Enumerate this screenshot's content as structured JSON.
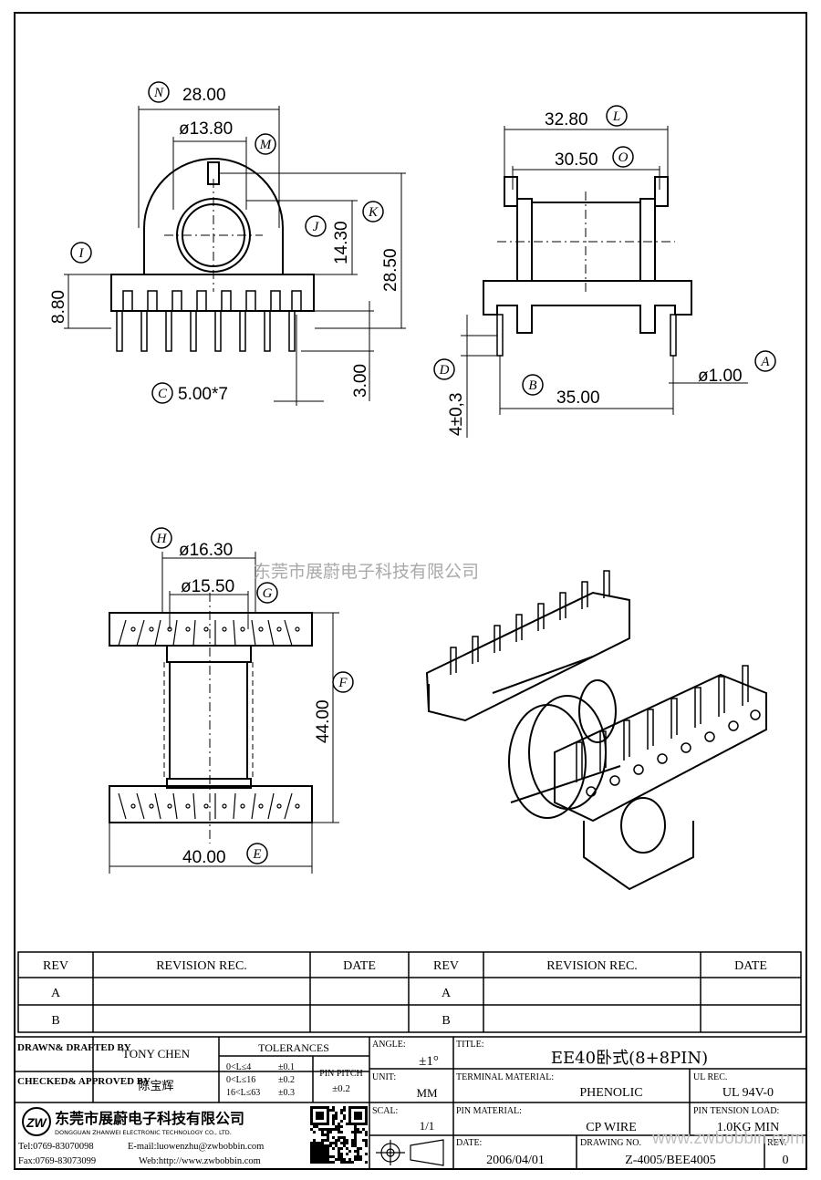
{
  "dims": {
    "N": "28.00",
    "M": "ø13.80",
    "K": "28.50",
    "J": "14.30",
    "I": "8.80",
    "C": "5.00*7",
    "pin_len": "3.00",
    "L": "32.80",
    "O": "30.50",
    "D": "4±0,3",
    "B": "35.00",
    "A": "ø1.00",
    "H": "ø16.30",
    "G": "ø15.50",
    "F": "44.00",
    "E": "40.00"
  },
  "tags": [
    "N",
    "M",
    "K",
    "J",
    "I",
    "C",
    "L",
    "O",
    "D",
    "B",
    "A",
    "H",
    "G",
    "F",
    "E"
  ],
  "watermark": "东莞市展蔚电子科技有限公司",
  "revision_table": {
    "headers": [
      "REV",
      "REVISION REC.",
      "DATE",
      "REV",
      "REVISION REC.",
      "DATE"
    ],
    "rows": [
      [
        "A",
        "",
        "",
        "A",
        "",
        ""
      ],
      [
        "B",
        "",
        "",
        "B",
        "",
        ""
      ]
    ]
  },
  "title_block": {
    "drawn_label": "DRAWN& DRAFTED BY",
    "drawn_value": "TONY CHEN",
    "checked_label": "CHECKED& APPROVED BY",
    "checked_value": "陈宝辉",
    "tolerances_label": "TOLERANCES",
    "tol_rows": [
      [
        "0<L≤4",
        "±0.1"
      ],
      [
        "0<L≤16",
        "±0.2"
      ],
      [
        "16<L≤63",
        "±0.3"
      ]
    ],
    "pin_pitch_label": "PIN PITCH",
    "pin_pitch_value": "±0.2",
    "angle_label": "ANGLE:",
    "angle_value": "±1°",
    "unit_label": "UNIT:",
    "unit_value": "MM",
    "scale_label": "SCAL:",
    "scale_value": "1/1",
    "title_label": "TITLE:",
    "title_value": "EE40卧式(8+8PIN)",
    "terminal_label": "TERMINAL MATERIAL:",
    "terminal_value": "PHENOLIC",
    "ul_label": "UL REC.",
    "ul_value": "UL 94V-0",
    "pin_material_label": "PIN MATERIAL:",
    "pin_material_value": "CP WIRE",
    "tension_label": "PIN TENSION LOAD:",
    "tension_value": "1.0KG MIN",
    "date_label": "DATE:",
    "date_value": "2006/04/01",
    "drawing_label": "DRAWING NO.",
    "drawing_value": "Z-4005/BEE4005",
    "rev_label": "REV.",
    "rev_value": "0",
    "company_cn": "东莞市展蔚电子科技有限公司",
    "company_en": "DONGGUAN ZHANWEI ELECTRONIC TECHNOLOGY CO., LTD.",
    "tel": "Tel:0769-83070098",
    "email": "E-mail:luowenzhu@zwbobbin.com",
    "fax": "Fax:0769-83073099",
    "web": "Web:http://www.zwbobbin.com",
    "site_watermark": "www.zwbobbin.com"
  }
}
